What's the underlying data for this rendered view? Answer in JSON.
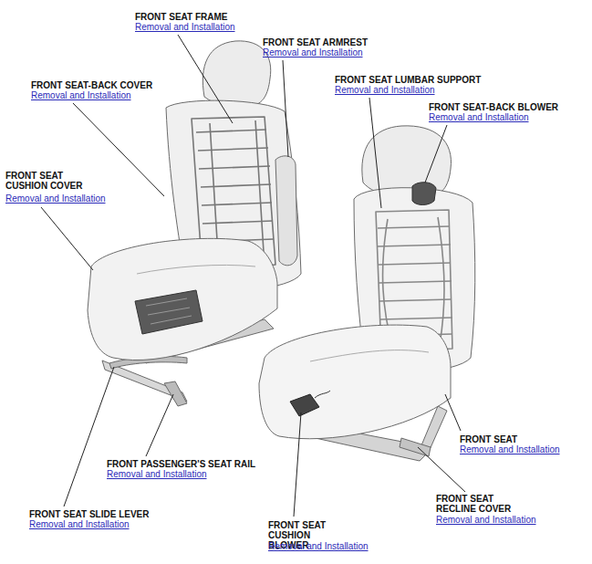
{
  "diagram": {
    "labels": [
      "FRONT SEAT FRAME",
      "Removal and Installation",
      "FRONT SEAT ARMREST",
      "Removal and Installation",
      "FRONT SEAT-BACK COVER",
      "Removal and Installation",
      "FRONT SEAT LUMBAR SUPPORT",
      "Removal and Installation",
      "FRONT SEAT-BACK BLOWER",
      "Removal and Installation",
      "FRONT SEAT CUSHION COVER",
      "Removal and Installation",
      "FRONT SEAT",
      "Removal and Installation",
      "FRONT PASSENGER'S SEAT RAIL",
      "Removal and Installation",
      "FRONT SEAT RECLINE COVER",
      "Removal and Installation",
      "FRONT SEAT SLIDE LEVER",
      "Removal and Installation",
      "FRONT SEAT CUSHION BLOWER",
      "Removal and Installation"
    ]
  }
}
